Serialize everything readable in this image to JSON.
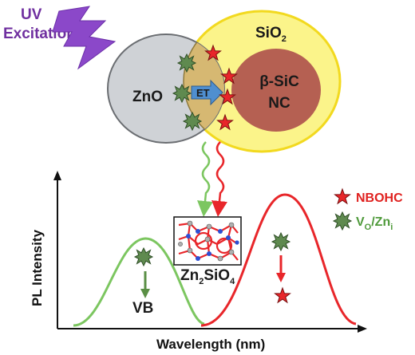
{
  "excitation": {
    "line1": "UV",
    "line2": "Excitation"
  },
  "particles": {
    "zno": "ZnO",
    "shell": "SiO",
    "shell_sub": "2",
    "core_line1": "β-SiC",
    "core_line2": "NC",
    "transfer": "ET"
  },
  "inset": {
    "label": "Zn",
    "sub1": "2",
    "mid": "SiO",
    "sub2": "4"
  },
  "axes": {
    "xlabel": "Wavelength (nm)",
    "ylabel": "PL Intensity"
  },
  "band": "VB",
  "legend": {
    "nbohc": "NBOHC",
    "vo_main": "V",
    "vo_sub1": "O",
    "vo_mid": "/Zn",
    "vo_sub2": "i"
  },
  "colors": {
    "green": "#7cc660",
    "red": "#e8262a",
    "zno_fill": "#cfd2d6",
    "shell_fill": "#fbf48a",
    "core_fill": "#b56052",
    "overlap_fill": "#d6b872",
    "bolt": "#8b48c9",
    "arrow_blue": "#4f8fd0"
  }
}
